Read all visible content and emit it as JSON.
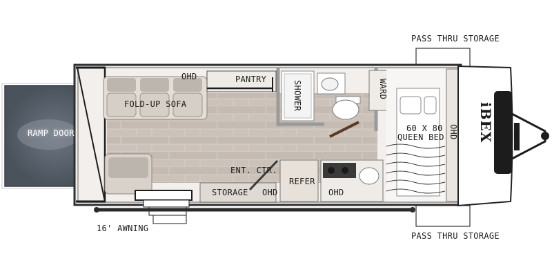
{
  "floorplan": {
    "brand": "iBEX",
    "labels": {
      "pass_thru_storage_top": "PASS THRU STORAGE",
      "pass_thru_storage_bottom": "PASS THRU STORAGE",
      "ohd_top": "OHD",
      "pantry": "PANTRY",
      "fold_up_sofa": "FOLD-UP SOFA",
      "shower": "SHOWER",
      "ward": "WARD",
      "bed_size": "60 X 80",
      "bed_type": "QUEEN BED",
      "ohd_front": "OHD",
      "ramp_door": "RAMP DOOR",
      "ent_ctr": "ENT. CTR.",
      "storage": "STORAGE",
      "ohd_bottom_left": "OHD",
      "refer": "REFER",
      "ohd_bottom_right": "OHD",
      "awning": "16' AWNING"
    }
  }
}
